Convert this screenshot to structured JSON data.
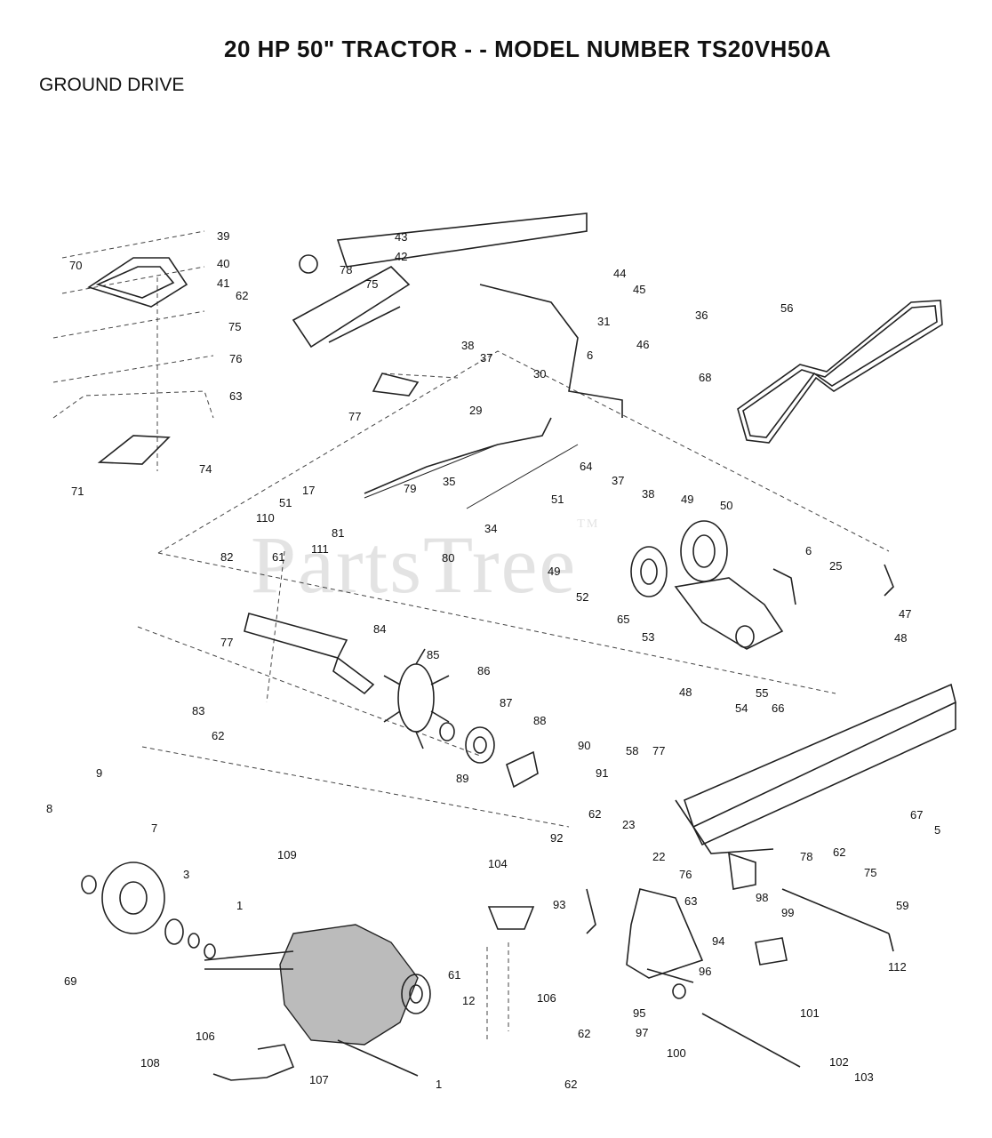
{
  "header": {
    "title": "20 HP 50\" TRACTOR - - MODEL NUMBER TS20VH50A",
    "section": "GROUND DRIVE"
  },
  "watermark": {
    "text": "PartsTree",
    "mark": "TM"
  },
  "callouts": [
    "39",
    "40",
    "41",
    "43",
    "42",
    "70",
    "78",
    "62",
    "75",
    "44",
    "45",
    "75",
    "76",
    "38",
    "37",
    "36",
    "56",
    "31",
    "30",
    "6",
    "46",
    "68",
    "63",
    "77",
    "29",
    "64",
    "37",
    "38",
    "71",
    "74",
    "35",
    "17",
    "79",
    "51",
    "110",
    "34",
    "51",
    "49",
    "50",
    "81",
    "111",
    "82",
    "61",
    "80",
    "49",
    "52",
    "6",
    "25",
    "47",
    "65",
    "53",
    "77",
    "84",
    "48",
    "85",
    "86",
    "48",
    "55",
    "54",
    "66",
    "83",
    "87",
    "88",
    "62",
    "90",
    "89",
    "91",
    "58",
    "77",
    "9",
    "8",
    "7",
    "3",
    "109",
    "92",
    "62",
    "23",
    "22",
    "67",
    "5",
    "78",
    "62",
    "76",
    "75",
    "63",
    "104",
    "93",
    "98",
    "99",
    "59",
    "94",
    "1",
    "69",
    "61",
    "12",
    "96",
    "106",
    "112",
    "95",
    "62",
    "97",
    "101",
    "100",
    "106",
    "102",
    "108",
    "107",
    "1",
    "62",
    "103"
  ]
}
